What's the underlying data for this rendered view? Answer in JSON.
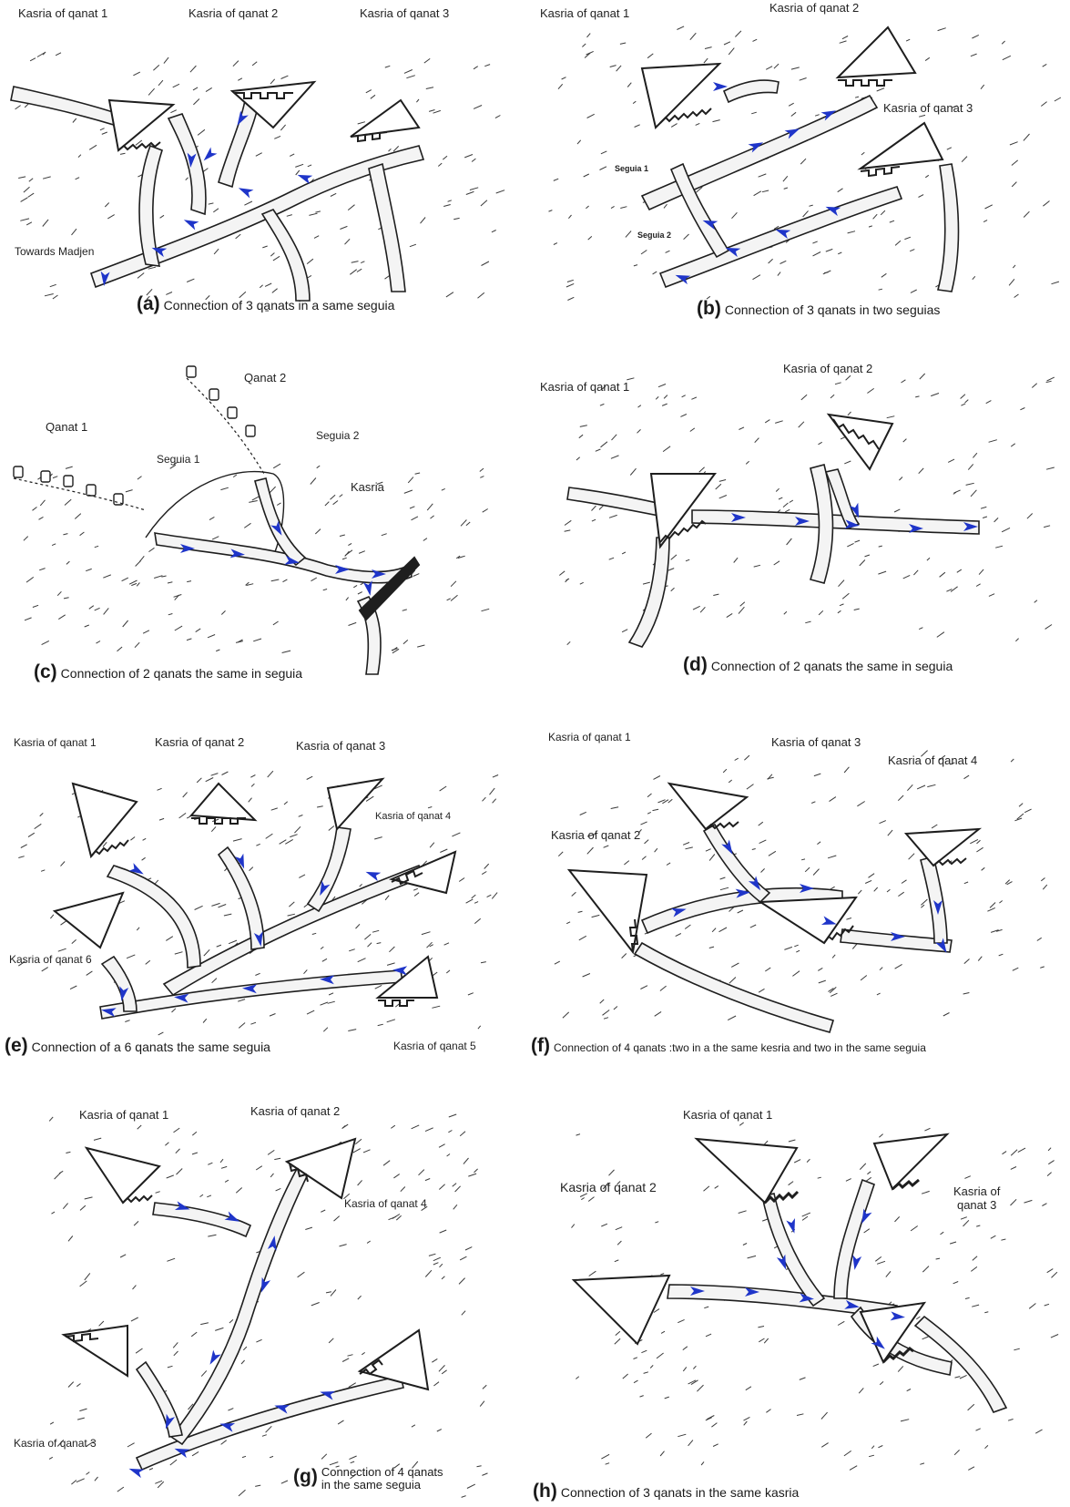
{
  "colors": {
    "ink": "#1e1e1e",
    "hatch": "#3a3a3a",
    "channel": "#f4f4f4",
    "flow_arrow": "#1f35c9",
    "background": "#ffffff"
  },
  "icons": [
    "flow-arrow",
    "kasria-comb",
    "well-shaft"
  ],
  "panels": {
    "a": {
      "labels": [
        "Kasria of  qanat 1",
        "Kasria of  qanat 2",
        "Kasria of  qanat 3",
        "Towards Madjen"
      ],
      "caption": {
        "letter": "(a)",
        "text": "Connection of 3  qa̱nats   in a same seguia"
      }
    },
    "b": {
      "labels": [
        "Kasria of  qanat 1",
        "Kasria of  qanat 2",
        "Kasria of  qanat 3",
        "Seguia 1",
        "Seguia 2"
      ],
      "caption": {
        "letter": "(b)",
        "text": "Connection of 3   qanats   in two seguias"
      }
    },
    "c": {
      "labels": [
        "Qanat 1",
        "Qanat 2",
        "Seguia 1",
        "Seguia 2",
        "Kasria"
      ],
      "caption": {
        "letter": "(c)",
        "text": "Connection of 2   qanats   the same in seguia"
      }
    },
    "d": {
      "labels": [
        "Kasria of  qanat 1",
        "Kasria of  qanat 2"
      ],
      "caption": {
        "letter": "(d)",
        "text": "Connection of 2   qanats    the same in seguia"
      }
    },
    "e": {
      "labels": [
        "Kasria of qanat 1",
        "Kasria of qanat 2",
        "Kasria of  qanat 3",
        "Kasria of qanat 4",
        "Kasria of qanat 6",
        "Kasria of  qanat 5"
      ],
      "caption": {
        "letter": "(e)",
        "text": "Connection of a 6  qanats   the same seguia"
      }
    },
    "f": {
      "labels": [
        "Kasria of qanat 1",
        "Kasria of  qanat 3",
        "Kasria of  qanat 4",
        "Kasria of  qanat 2"
      ],
      "caption": {
        "letter": "(f)",
        "text": "Connection of 4   qanats   :two in a the same kesria and two in the same seguia"
      }
    },
    "g": {
      "labels": [
        "Kasria of  qanat 1",
        "Kasria of  qanat 2",
        "Kasria of  qanat 4",
        "Kasria of qanat 3"
      ],
      "caption": {
        "letter": "(g)",
        "line1": "Connection of 4 qanats",
        "line2": "in the same seguia"
      }
    },
    "h": {
      "labels": [
        "Kasria of  qanat 1",
        "Kasria of qanat 2",
        "Kasria of",
        "qanat 3"
      ],
      "caption": {
        "letter": "(h)",
        "text": "Connection of 3   qanats   in the same kasria"
      }
    }
  }
}
